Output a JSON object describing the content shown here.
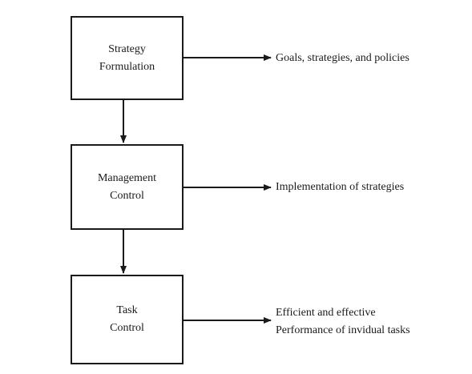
{
  "boxes": {
    "strategy_formulation": {
      "line1": "Strategy",
      "line2": "Formulation"
    },
    "management_control": {
      "line1": "Management",
      "line2": "Control"
    },
    "task_control": {
      "line1": "Task",
      "line2": "Control"
    }
  },
  "outcomes": {
    "goals": "Goals, strategies, and policies",
    "implementation": "Implementation of strategies",
    "efficient_line1": "Efficient and effective",
    "efficient_line2": "Performance of invidual tasks"
  }
}
